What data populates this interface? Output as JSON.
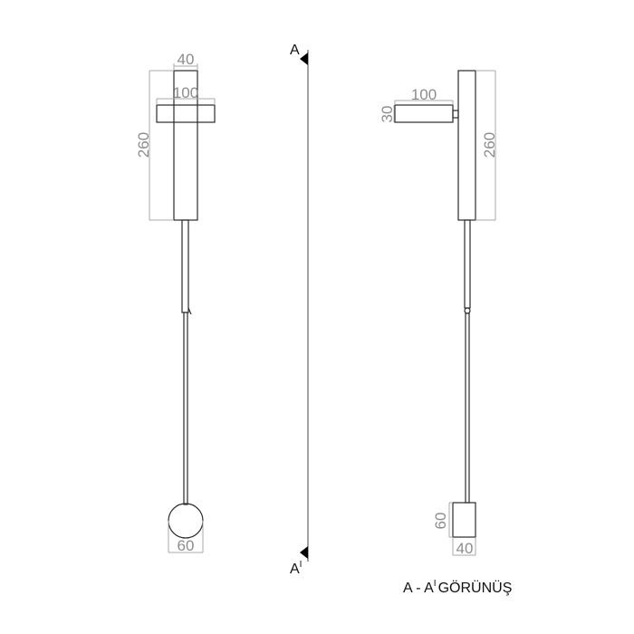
{
  "front_view": {
    "dim_top_width": "40",
    "dim_crossbar_width": "100",
    "dim_body_height": "260",
    "dim_sphere_diameter": "60"
  },
  "section": {
    "marker_top": "A",
    "marker_bottom": "A",
    "marker_bottom_superscript": "I"
  },
  "side_view": {
    "dim_head_length": "100",
    "dim_head_height": "30",
    "dim_body_height": "260",
    "dim_foot_height": "60",
    "dim_foot_width": "40"
  },
  "caption": {
    "prefix": "A - A",
    "superscript": "I",
    "title": "GÖRÜNÜŞ"
  }
}
